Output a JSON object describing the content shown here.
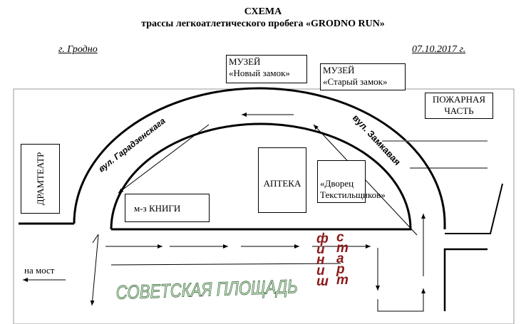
{
  "title": "СХЕМА",
  "subtitle": "трассы легкоатлетического пробега «GRODNO RUN»",
  "city": "г. Гродно",
  "date": "07.10.2017 г.",
  "labels": {
    "museum_new": [
      "МУЗЕЙ",
      "«Новый замок»"
    ],
    "museum_old": [
      "МУЗЕЙ",
      "«Старый замок»"
    ],
    "fire_station": [
      "ПОЖАРНАЯ",
      "ЧАСТЬ"
    ],
    "drama_theatre": "ДРАМТЕАТР",
    "bookstore": "м-з КНИГИ",
    "pharmacy": "АПТЕКА",
    "textile_palace": [
      "«Дворец",
      "Текстильщиков»"
    ],
    "street_left": "вул. Гарадзенскага",
    "street_right": "вул. Замкавая",
    "to_bridge": "на мост",
    "square": "СОВЕТСКАЯ ПЛОЩАДЬ",
    "finish": "финиш",
    "start": "старт"
  },
  "colors": {
    "finish_start": "#8b1a1a",
    "square_fill": "#d8f0d8",
    "square_stroke": "#2e5e2e"
  }
}
